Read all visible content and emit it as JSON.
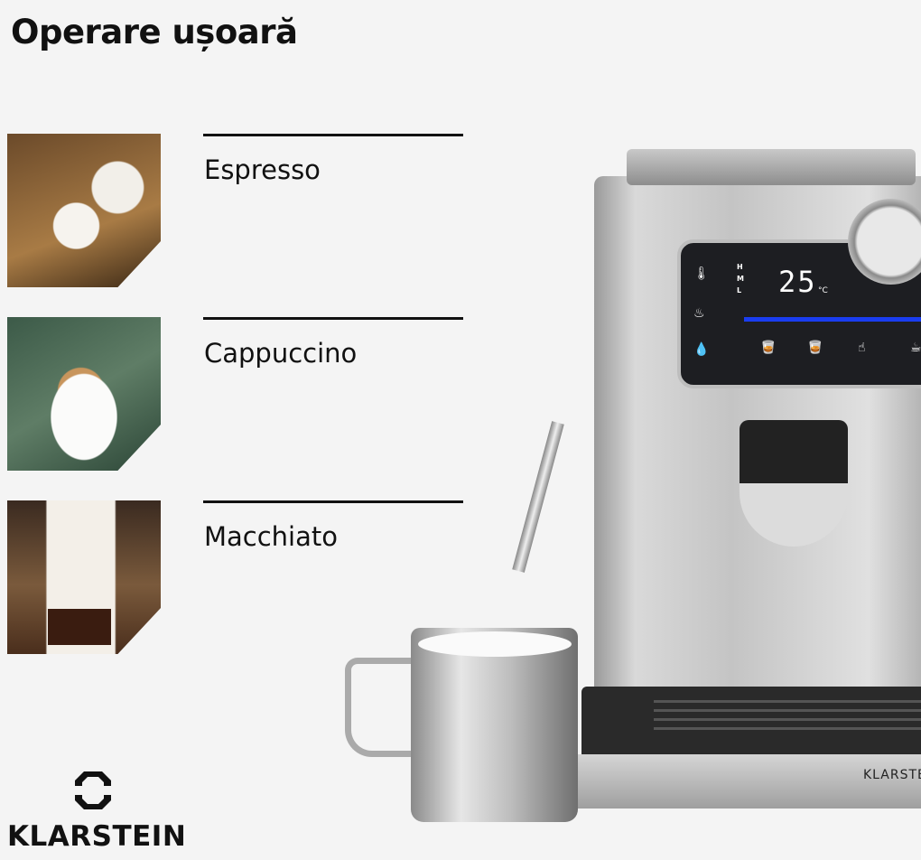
{
  "heading": "Operare ușoară",
  "items": [
    {
      "label": "Espresso"
    },
    {
      "label": "Cappuccino"
    },
    {
      "label": "Macchiato"
    }
  ],
  "brand": "KLARSTEIN",
  "machine": {
    "display_temp": "25",
    "temp_unit": "°C",
    "levels": [
      "H",
      "M",
      "L"
    ],
    "machine_brand": "KLARSTEIN",
    "accent_color": "#1a3df0"
  }
}
